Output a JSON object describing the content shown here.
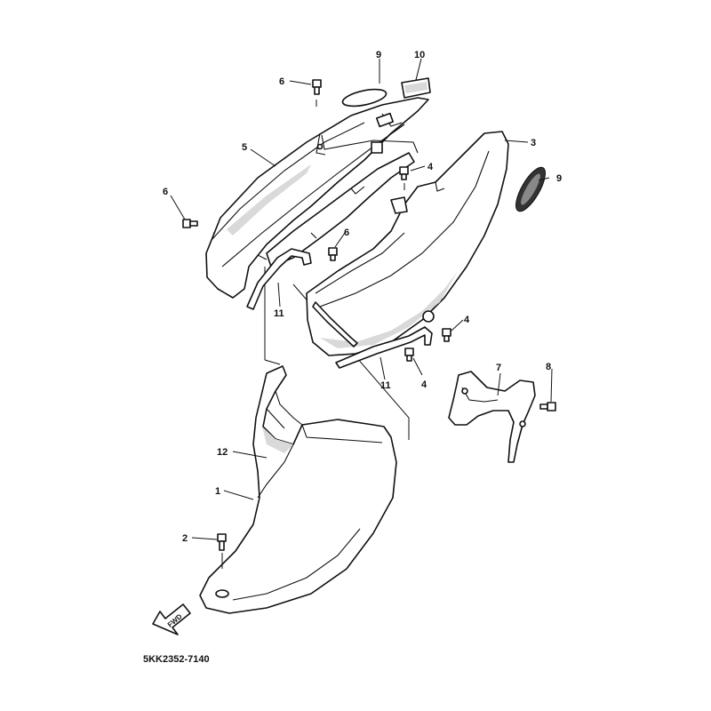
{
  "diagram": {
    "code": "5KK2352-7140",
    "fwd_label": "FWD",
    "callouts": [
      {
        "id": "c1",
        "label": "1"
      },
      {
        "id": "c2",
        "label": "2"
      },
      {
        "id": "c3",
        "label": "3"
      },
      {
        "id": "c4a",
        "label": "4"
      },
      {
        "id": "c4b",
        "label": "4"
      },
      {
        "id": "c4c",
        "label": "4"
      },
      {
        "id": "c5",
        "label": "5"
      },
      {
        "id": "c6a",
        "label": "6"
      },
      {
        "id": "c6b",
        "label": "6"
      },
      {
        "id": "c6c",
        "label": "6"
      },
      {
        "id": "c7",
        "label": "7"
      },
      {
        "id": "c8",
        "label": "8"
      },
      {
        "id": "c9a",
        "label": "9"
      },
      {
        "id": "c9b",
        "label": "9"
      },
      {
        "id": "c10",
        "label": "10"
      },
      {
        "id": "c11a",
        "label": "11"
      },
      {
        "id": "c11b",
        "label": "11"
      },
      {
        "id": "c12",
        "label": "12"
      }
    ]
  }
}
